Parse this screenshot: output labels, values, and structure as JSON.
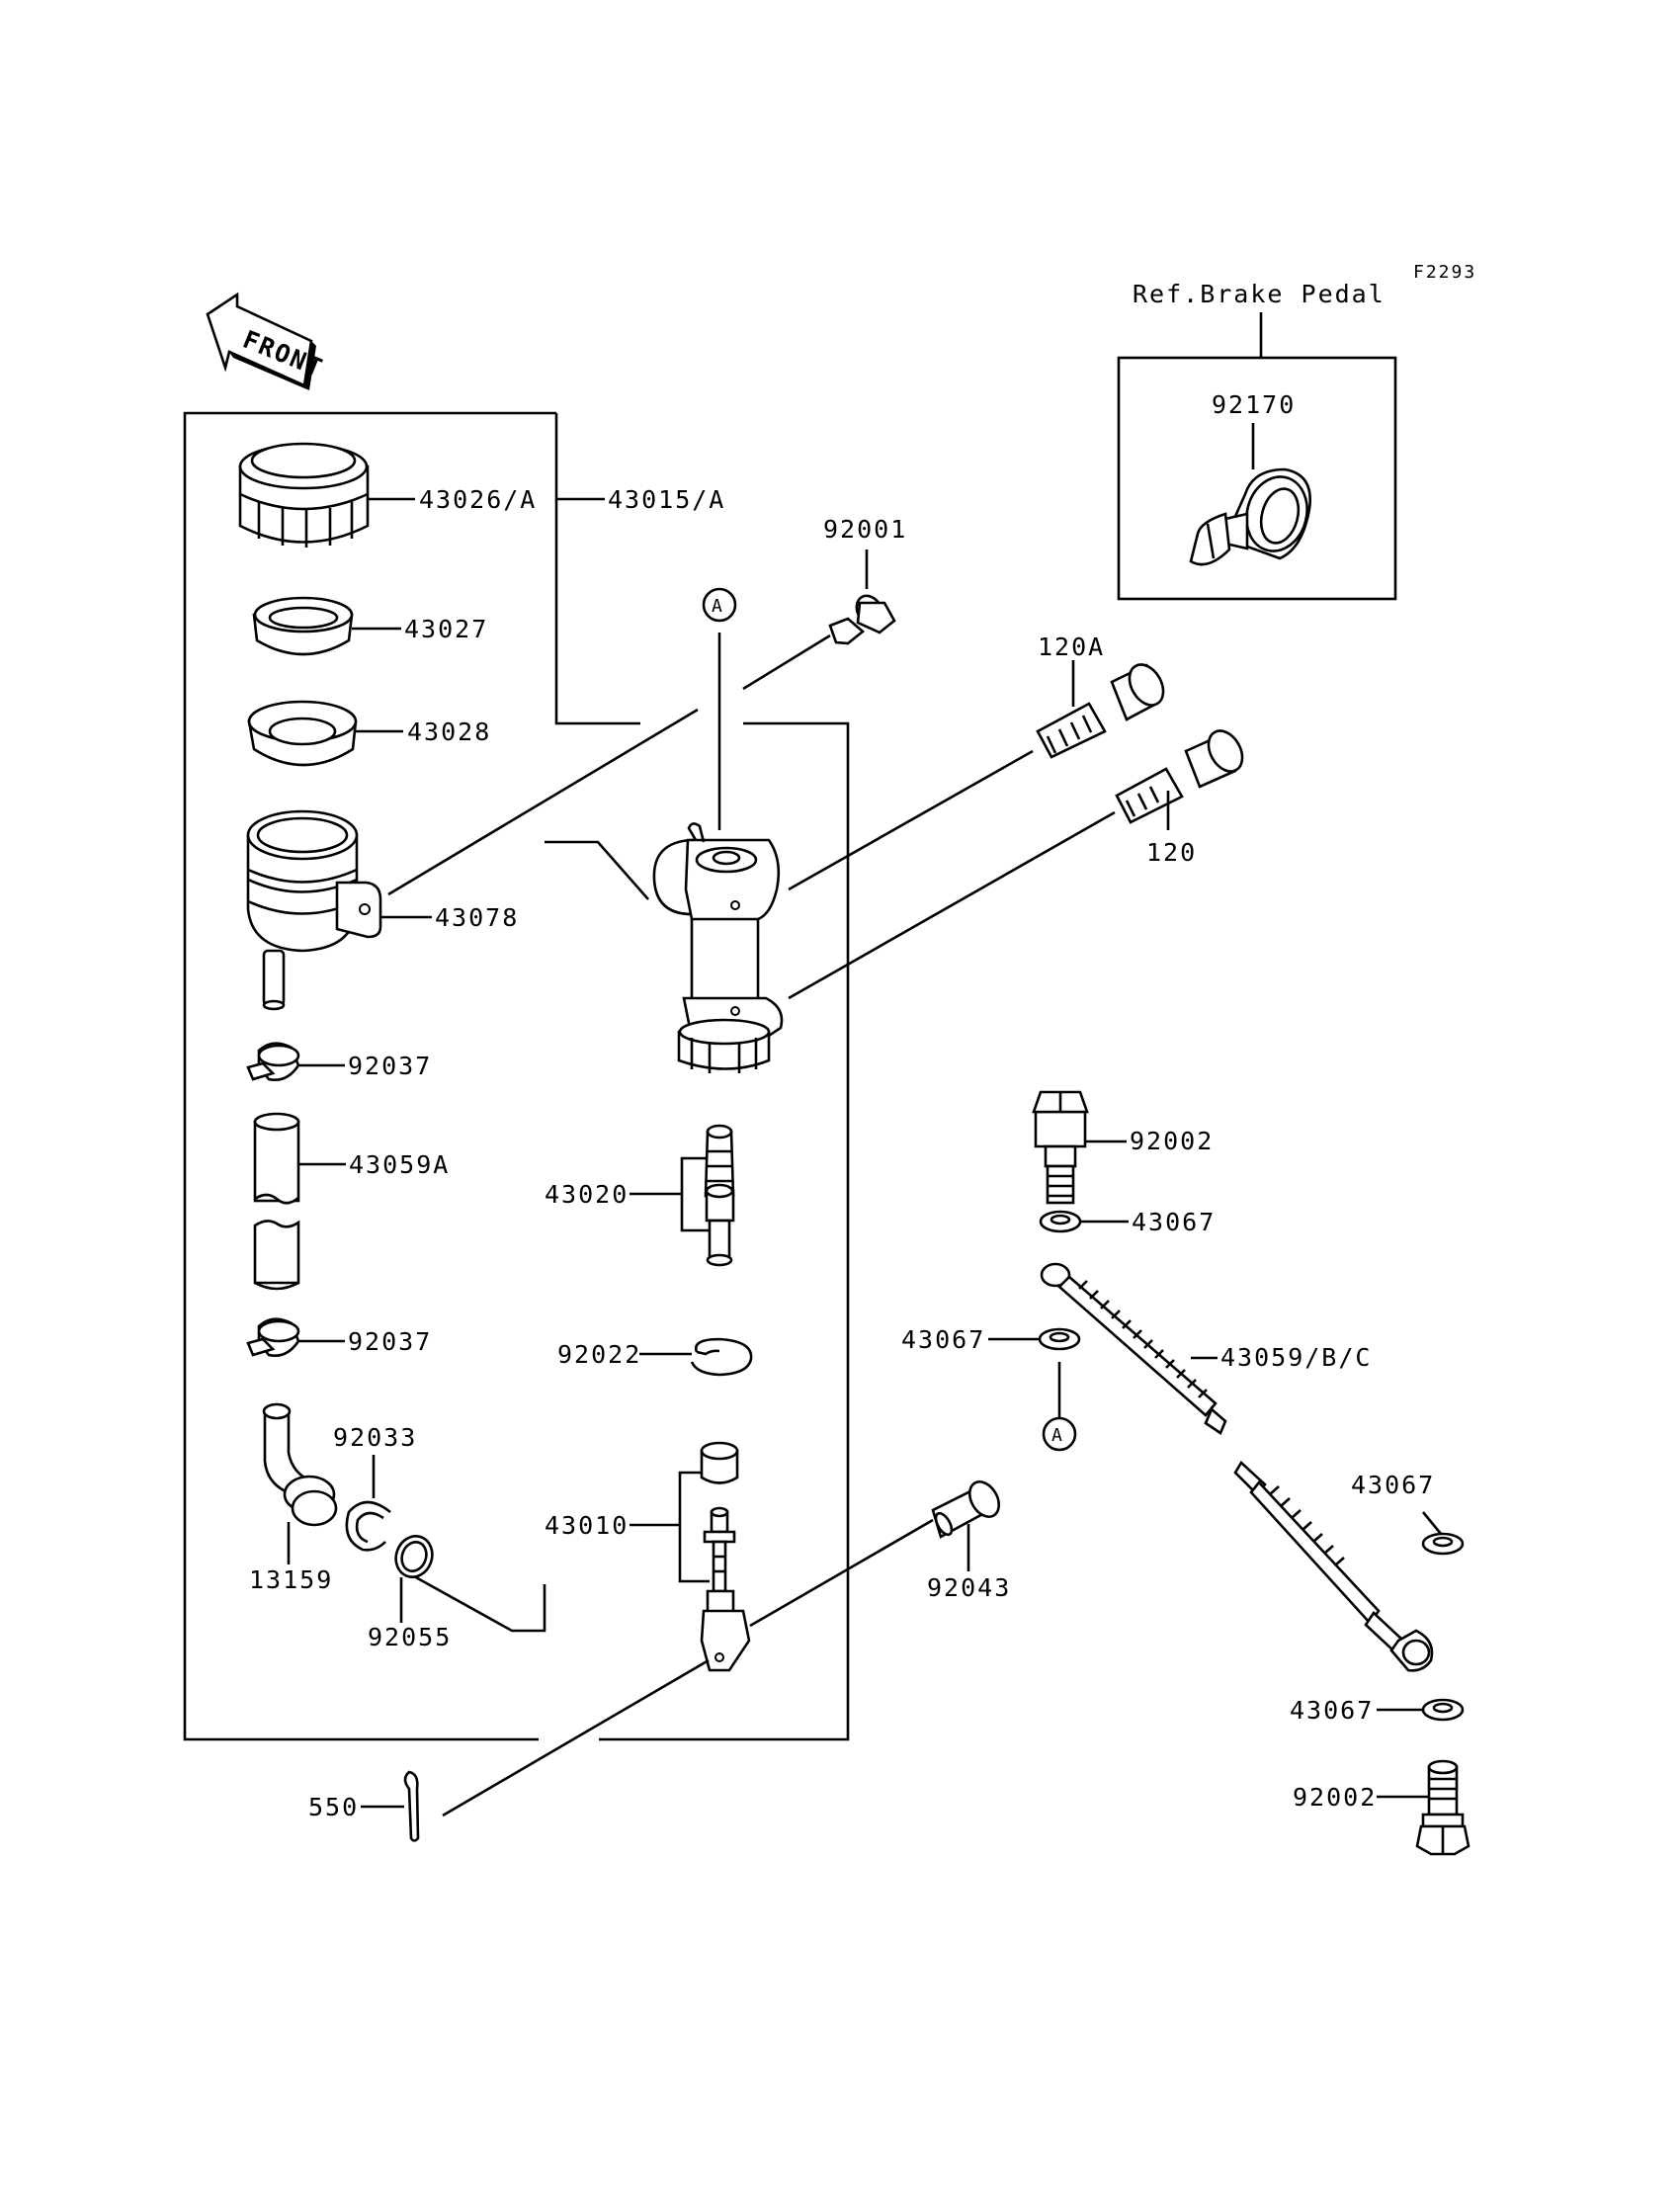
{
  "figure_code": "F2293",
  "ref_label": "Ref.Brake Pedal",
  "front_label": "FRONT",
  "ref_marker": "A",
  "parts": {
    "p43026A": "43026/A",
    "p43015A": "43015/A",
    "p43027": "43027",
    "p43028": "43028",
    "p43078": "43078",
    "p92037a": "92037",
    "p43059A": "43059A",
    "p92037b": "92037",
    "p92033": "92033",
    "p13159": "13159",
    "p92055": "92055",
    "p92001": "92001",
    "p120A": "120A",
    "p120": "120",
    "p43020": "43020",
    "p92022": "92022",
    "p43010": "43010",
    "p92043": "92043",
    "p550": "550",
    "p92170": "92170",
    "p92002a": "92002",
    "p43067a": "43067",
    "p43067b": "43067",
    "p43059BC": "43059/B/C",
    "p43067c": "43067",
    "p43067d": "43067",
    "p92002b": "92002"
  }
}
